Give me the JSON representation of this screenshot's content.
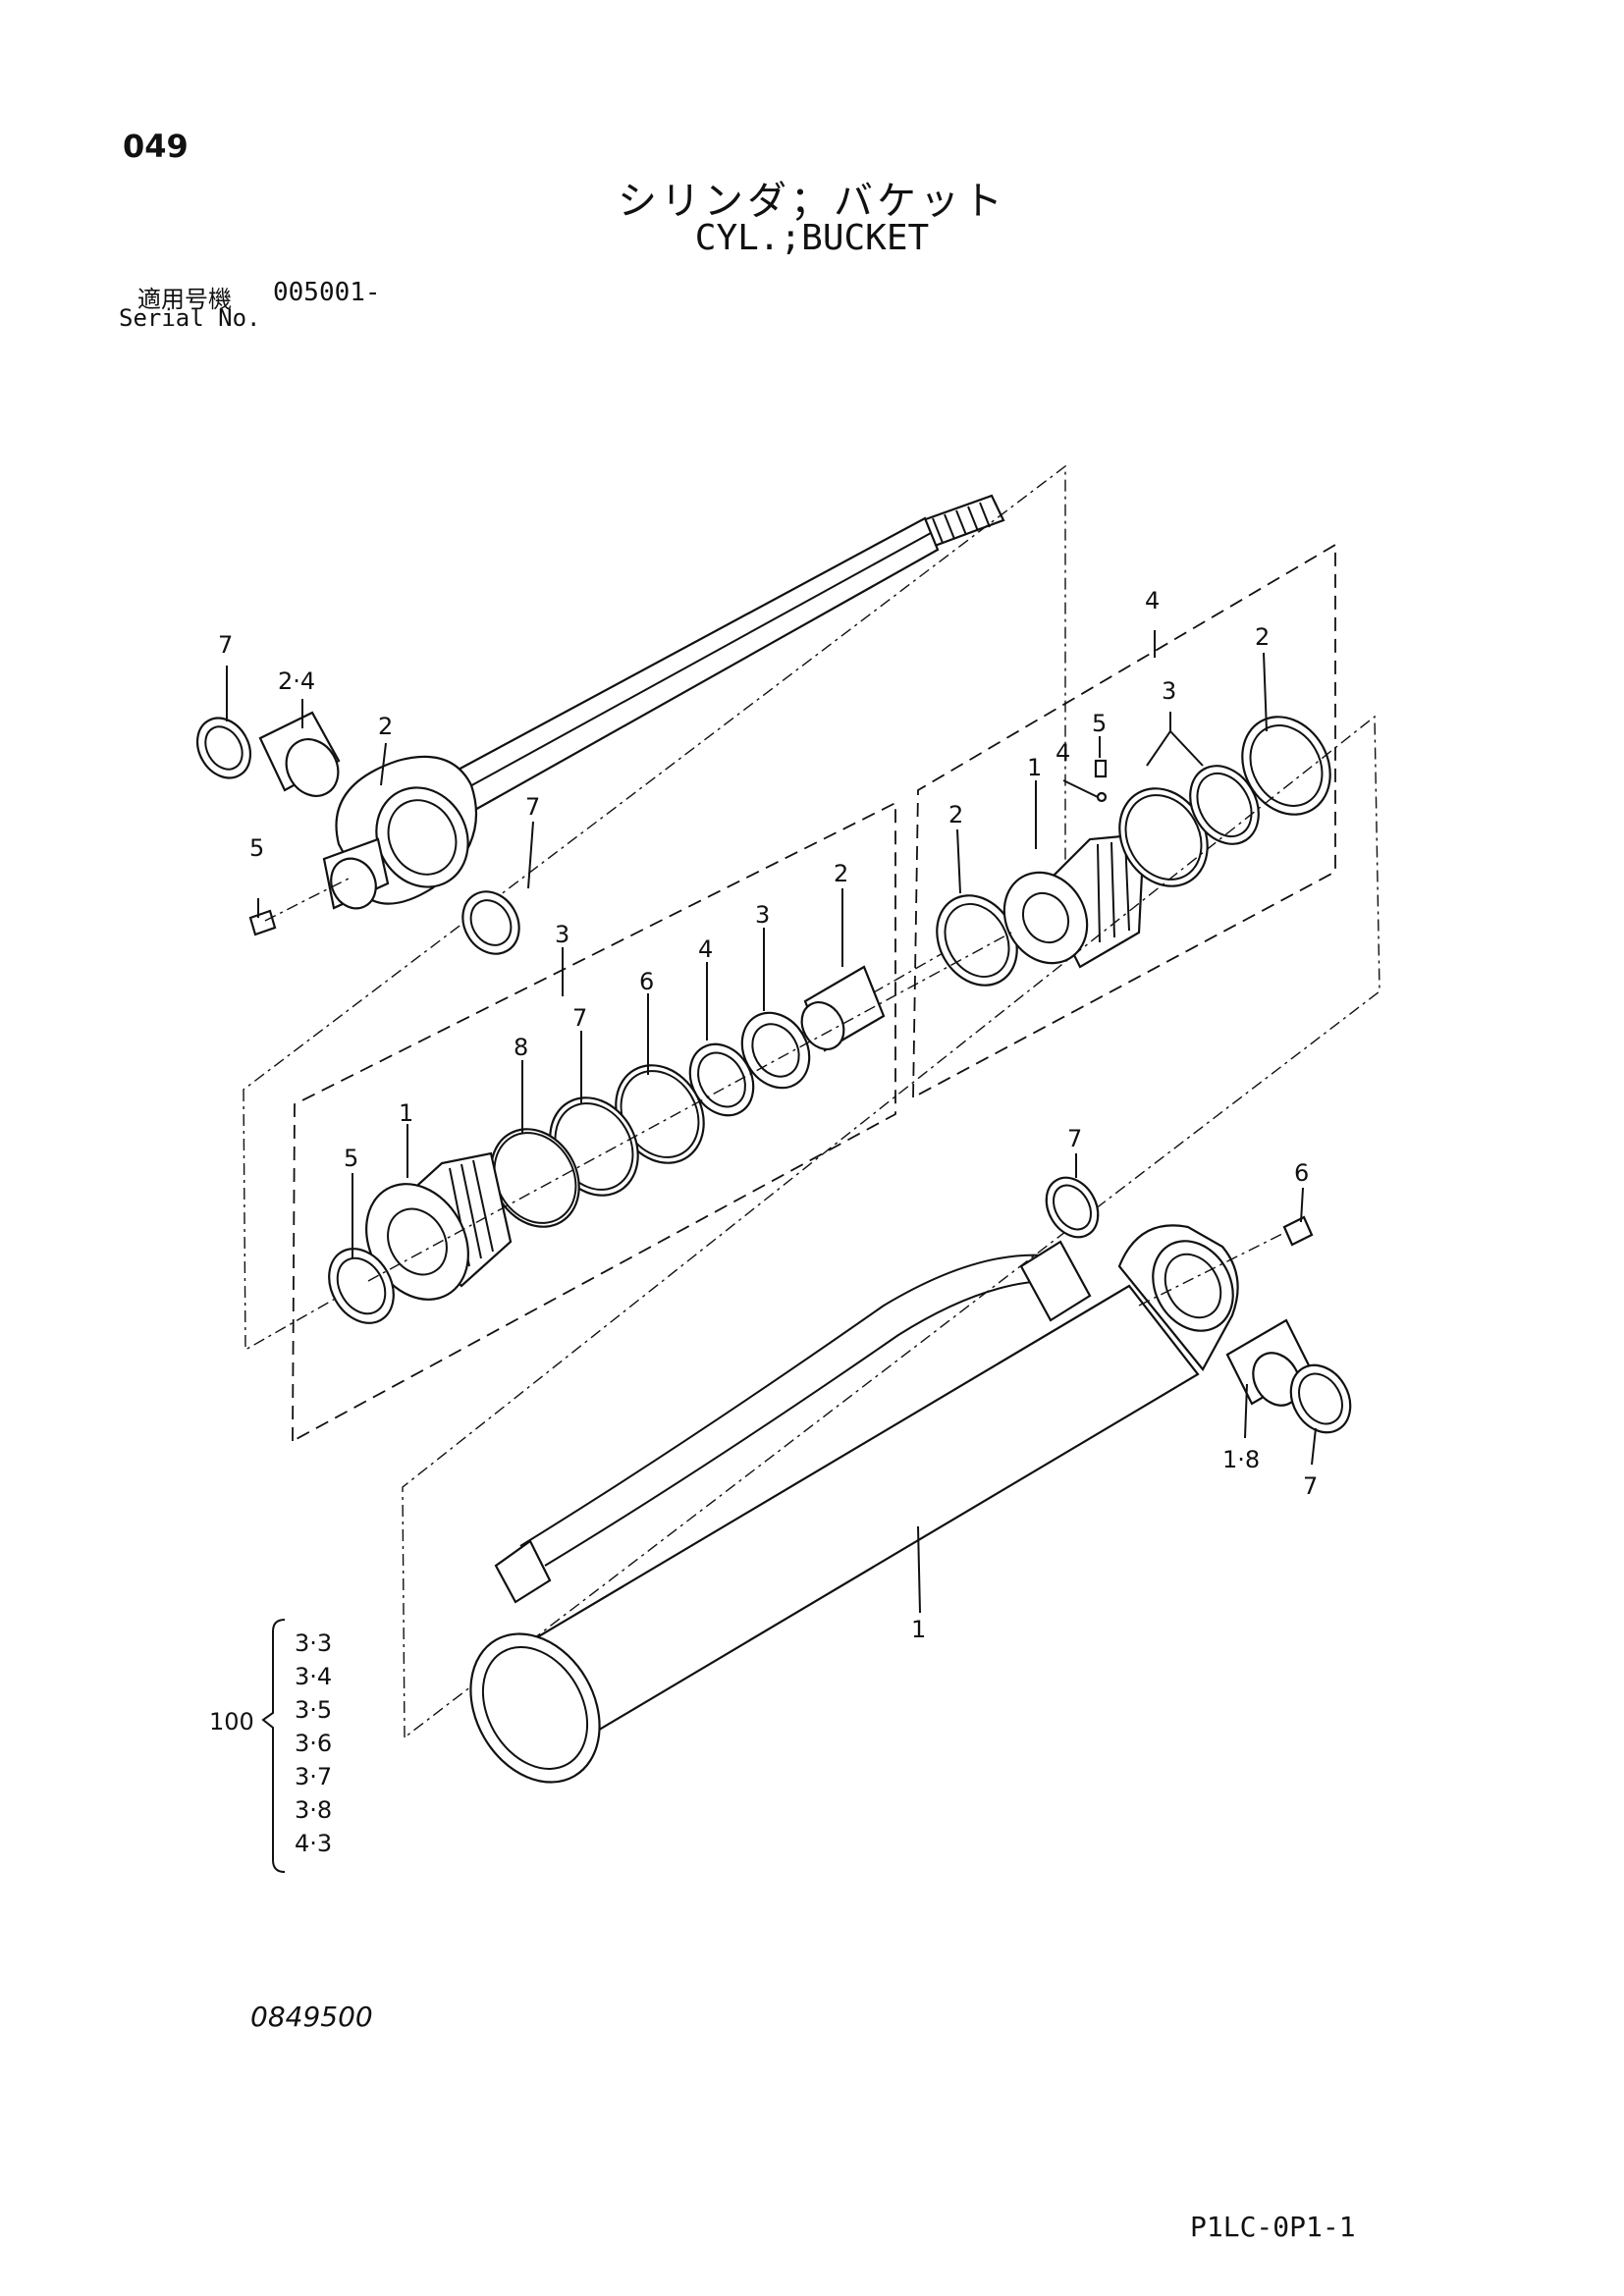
{
  "page_number": "049",
  "title_jp": "シリンダ；バケット",
  "title_en": "CYL.;BUCKET",
  "serial_label_jp": "適用号機",
  "serial_value": "005001-",
  "serial_label_en": "Serial No.",
  "callouts": {
    "rod_head_7": "7",
    "rod_head_2_4": "2·4",
    "rod_head_2": "2",
    "rod_head_7b": "7",
    "rod_head_5": "5",
    "piston_kit_4": "4",
    "piston_kit_2_top": "2",
    "piston_kit_3": "3",
    "piston_kit_5": "5",
    "piston_kit_4_pin": "4",
    "piston_kit_1": "1",
    "piston_kit_2_left": "2",
    "head_kit_3": "3",
    "head_kit_2": "2",
    "head_kit_3b": "3",
    "head_kit_4": "4",
    "head_kit_6": "6",
    "head_kit_7": "7",
    "head_kit_8": "8",
    "head_kit_1": "1",
    "head_kit_5": "5",
    "tube_7_top": "7",
    "tube_6": "6",
    "tube_1_8": "1·8",
    "tube_7_bottom": "7",
    "tube_1": "1"
  },
  "kit": {
    "number": "100",
    "items": [
      "3·3",
      "3·4",
      "3·5",
      "3·6",
      "3·7",
      "3·8",
      "4·3"
    ]
  },
  "drawing_number": "0849500",
  "sheet_code": "P1LC-0P1-1"
}
